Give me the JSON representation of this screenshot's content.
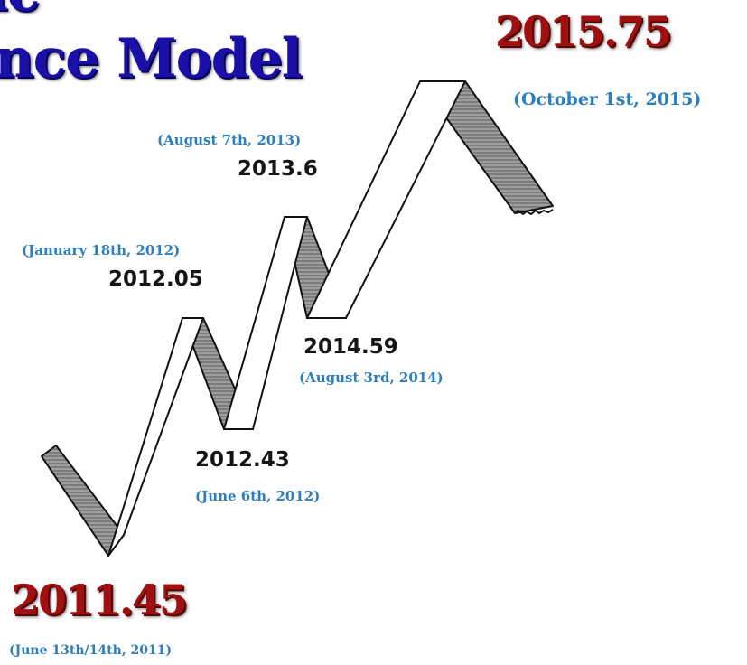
{
  "title": {
    "line1": "ic",
    "line2": "nce Model"
  },
  "turning_points": [
    {
      "value": "2011.45",
      "date": "(June 13th/14th, 2011)"
    },
    {
      "value": "2012.05",
      "date": "(January 18th, 2012)"
    },
    {
      "value": "2012.43",
      "date": "(June 6th, 2012)"
    },
    {
      "value": "2013.6",
      "date": "(August 7th, 2013)"
    },
    {
      "value": "2014.59",
      "date": "(August 3rd, 2014)"
    },
    {
      "value": "2015.75",
      "date": "(October 1st, 2015)"
    }
  ],
  "colors": {
    "title": "#1a0fa8",
    "major_value": "#a01010",
    "minor_value": "#151515",
    "date": "#2b7fbd",
    "ribbon_outline": "#111111",
    "ribbon_shade": "#8a8a8a"
  }
}
